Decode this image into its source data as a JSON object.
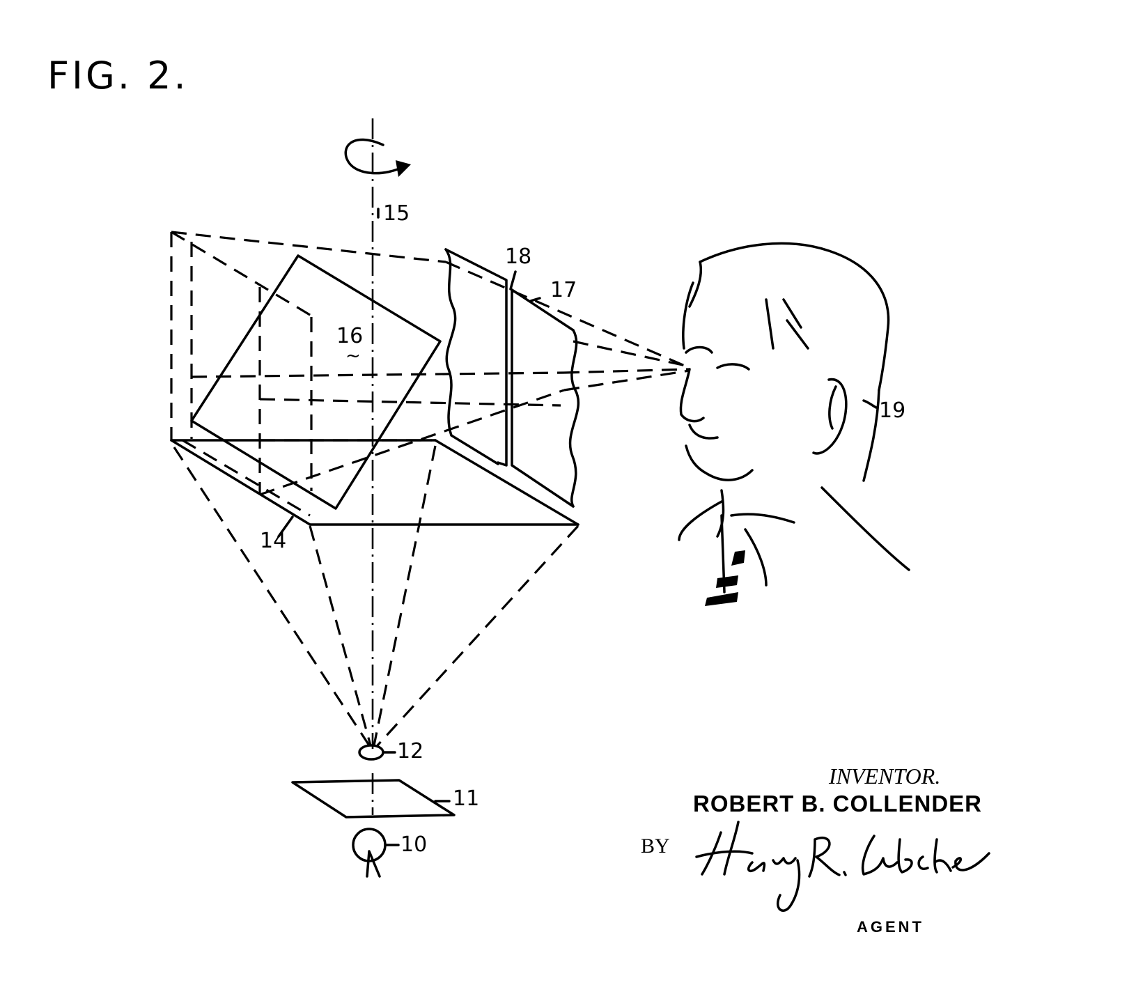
{
  "figure": {
    "title": "FIG. 2.",
    "labels": {
      "r10": "10",
      "r11": "11",
      "r12": "12",
      "r14": "14",
      "r15": "15",
      "r16": "16",
      "r17": "17",
      "r18": "18",
      "r19": "19"
    }
  },
  "signature_block": {
    "inventor_label": "INVENTOR.",
    "inventor_name": "ROBERT B. COLLENDER",
    "by_label": "BY",
    "agent_signature": "Harry R. Lubcke",
    "agent_label": "AGENT"
  }
}
